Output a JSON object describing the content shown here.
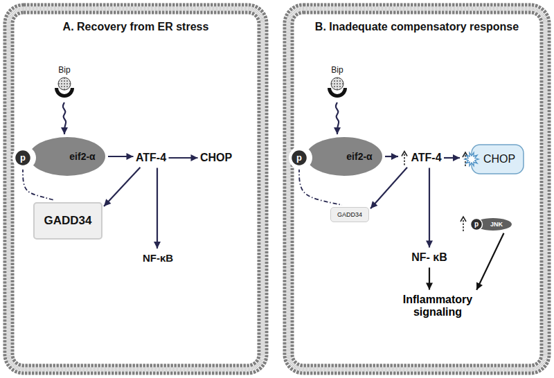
{
  "diagram": {
    "nodes": [
      {
        "text": [
          "A. Recovery from ER stress"
        ]
      },
      {
        "text": [
          "Bip"
        ],
        "in": 0
      },
      {
        "text": [
          "eif2-α"
        ],
        "in": 0
      },
      {
        "text": [
          "p"
        ],
        "in": 2
      },
      {
        "text": [
          "ATF-4"
        ],
        "in": 0
      },
      {
        "text": [
          "CHOP"
        ],
        "in": 0
      },
      {
        "text": [
          "GADD34"
        ],
        "in": 0
      },
      {
        "text": [
          "NF-κB"
        ],
        "in": 0
      },
      {
        "text": [
          "B. Inadequate compensatory response"
        ]
      },
      {
        "text": [
          "Bip"
        ],
        "in": 8
      },
      {
        "text": [
          "eif2-α"
        ],
        "in": 8
      },
      {
        "text": [
          "p"
        ],
        "in": 10
      },
      {
        "text": [
          "ATF-4"
        ],
        "in": 8
      },
      {
        "text": [
          "CHOP"
        ],
        "in": 8
      },
      {
        "text": [
          "GADD34"
        ],
        "in": 8
      },
      {
        "text": [
          "NF- κB"
        ],
        "in": 8
      },
      {
        "text": [
          "JNK"
        ],
        "in": 8
      },
      {
        "text": [
          "p"
        ],
        "in": 16
      },
      {
        "text": [
          "Inflammatory signaling"
        ],
        "in": 8
      }
    ],
    "edges": [
      {
        "from": 1,
        "to": 2,
        "arrow": "to"
      },
      {
        "from": 2,
        "to": 4,
        "arrow": "to"
      },
      {
        "from": 4,
        "to": 5,
        "arrow": "to"
      },
      {
        "from": 4,
        "to": 6,
        "arrow": "to"
      },
      {
        "from": 4,
        "to": 7,
        "arrow": "to"
      },
      {
        "from": 3,
        "to": 6,
        "arrow": "none"
      },
      {
        "from": 9,
        "to": 10,
        "arrow": "to"
      },
      {
        "from": 10,
        "to": 12,
        "arrow": "to"
      },
      {
        "from": 12,
        "to": 13,
        "arrow": "to"
      },
      {
        "from": 12,
        "to": 14,
        "arrow": "to"
      },
      {
        "from": 12,
        "to": 15,
        "arrow": "to"
      },
      {
        "from": 11,
        "to": 14,
        "arrow": "none"
      },
      {
        "from": 15,
        "to": 18,
        "arrow": "to"
      },
      {
        "from": 16,
        "to": 18,
        "arrow": "to"
      }
    ]
  }
}
